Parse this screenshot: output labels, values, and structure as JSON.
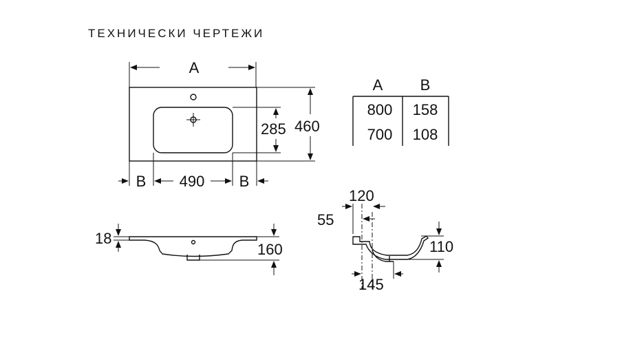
{
  "title": "ТЕХНИЧЕСКИ ЧЕРТЕЖИ",
  "top_view": {
    "width_label": "A",
    "depth_label": "460",
    "bowl_depth_label": "285",
    "bowl_width_label": "490",
    "left_offset_label": "B",
    "right_offset_label": "B"
  },
  "table": {
    "headers": [
      "A",
      "B"
    ],
    "rows": [
      [
        "800",
        "158"
      ],
      [
        "700",
        "108"
      ]
    ]
  },
  "front_view": {
    "rim_label": "18",
    "height_label": "160"
  },
  "side_view": {
    "label_120": "120",
    "label_55": "55",
    "label_110": "110",
    "label_145": "145"
  }
}
